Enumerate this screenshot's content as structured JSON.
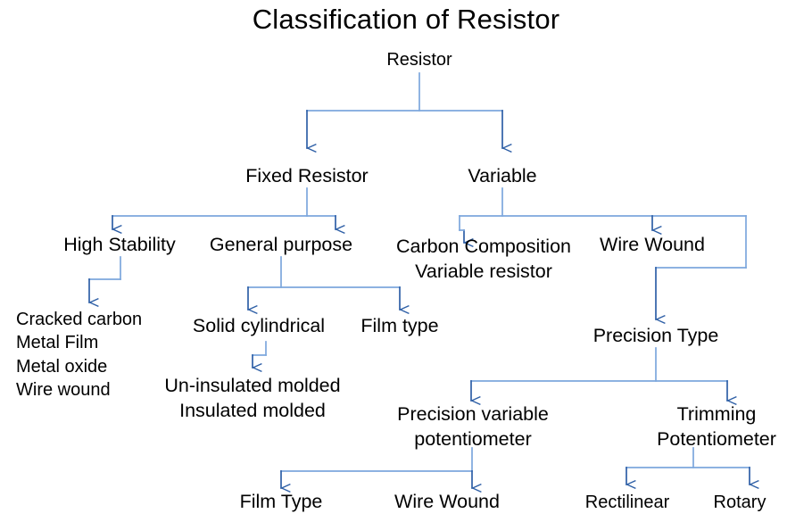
{
  "title": "Classification of Resistor",
  "theme": {
    "background": "#ffffff",
    "text_color": "#000000",
    "arrow_color": "#2e5fa6",
    "connector_color": "#7da7dd"
  },
  "chart_data": {
    "type": "diagram",
    "title": "Classification of Resistor",
    "diagram_kind": "tree",
    "orientation": "top-down",
    "levels": 6,
    "nodes": [
      {
        "id": "resistor",
        "label": "Resistor",
        "level": 0,
        "parent": null
      },
      {
        "id": "fixed",
        "label": "Fixed Resistor",
        "level": 1,
        "parent": "resistor"
      },
      {
        "id": "variable",
        "label": "Variable",
        "level": 1,
        "parent": "resistor"
      },
      {
        "id": "high-stability",
        "label": "High Stability",
        "level": 2,
        "parent": "fixed"
      },
      {
        "id": "general-purpose",
        "label": "General purpose",
        "level": 2,
        "parent": "fixed"
      },
      {
        "id": "carbon-composition",
        "label": "Carbon Composition Variable resistor",
        "level": 2,
        "parent": "variable"
      },
      {
        "id": "wire-wound-variable",
        "label": "Wire Wound",
        "level": 2,
        "parent": "variable"
      },
      {
        "id": "high-stability-list",
        "label": "Cracked carbon / Metal Film / Metal oxide / Wire wound",
        "level": 3,
        "parent": "high-stability"
      },
      {
        "id": "solid-cylindrical",
        "label": "Solid cylindrical",
        "level": 3,
        "parent": "general-purpose"
      },
      {
        "id": "film-type",
        "label": "Film type",
        "level": 3,
        "parent": "general-purpose"
      },
      {
        "id": "precision-type",
        "label": "Precision Type",
        "level": 3,
        "parent": "variable"
      },
      {
        "id": "molded-list",
        "label": "Un-insulated molded / Insulated molded",
        "level": 4,
        "parent": "solid-cylindrical"
      },
      {
        "id": "precision-variable-potentiometer",
        "label": "Precision variable potentiometer",
        "level": 4,
        "parent": "precision-type"
      },
      {
        "id": "trimming-potentiometer",
        "label": "Trimming Potentiometer",
        "level": 4,
        "parent": "precision-type"
      },
      {
        "id": "film-type-2",
        "label": "Film Type",
        "level": 5,
        "parent": "precision-variable-potentiometer"
      },
      {
        "id": "wire-wound-2",
        "label": "Wire Wound",
        "level": 5,
        "parent": "precision-variable-potentiometer"
      },
      {
        "id": "rectilinear",
        "label": "Rectilinear",
        "level": 5,
        "parent": "trimming-potentiometer"
      },
      {
        "id": "rotary",
        "label": "Rotary",
        "level": 5,
        "parent": "trimming-potentiometer"
      }
    ]
  },
  "nodes": {
    "root": "Resistor",
    "fixed_resistor": "Fixed Resistor",
    "variable": "Variable",
    "high_stability": "High Stability",
    "general_purpose": "General purpose",
    "carbon_composition_line1": "Carbon Composition",
    "carbon_composition_line2": "Variable resistor",
    "wire_wound_variable": "Wire Wound",
    "high_stability_items": [
      "Cracked carbon",
      "Metal Film",
      "Metal oxide",
      "Wire wound"
    ],
    "solid_cylindrical": "Solid cylindrical",
    "film_type": "Film type",
    "molded_items": [
      "Un-insulated molded",
      "Insulated molded"
    ],
    "precision_type": "Precision Type",
    "precision_variable_line1": "Precision variable",
    "precision_variable_line2": "potentiometer",
    "trimming_line1": "Trimming",
    "trimming_line2": "Potentiometer",
    "film_type_2": "Film Type",
    "wire_wound_2": "Wire Wound",
    "rectilinear": "Rectilinear",
    "rotary": "Rotary"
  }
}
